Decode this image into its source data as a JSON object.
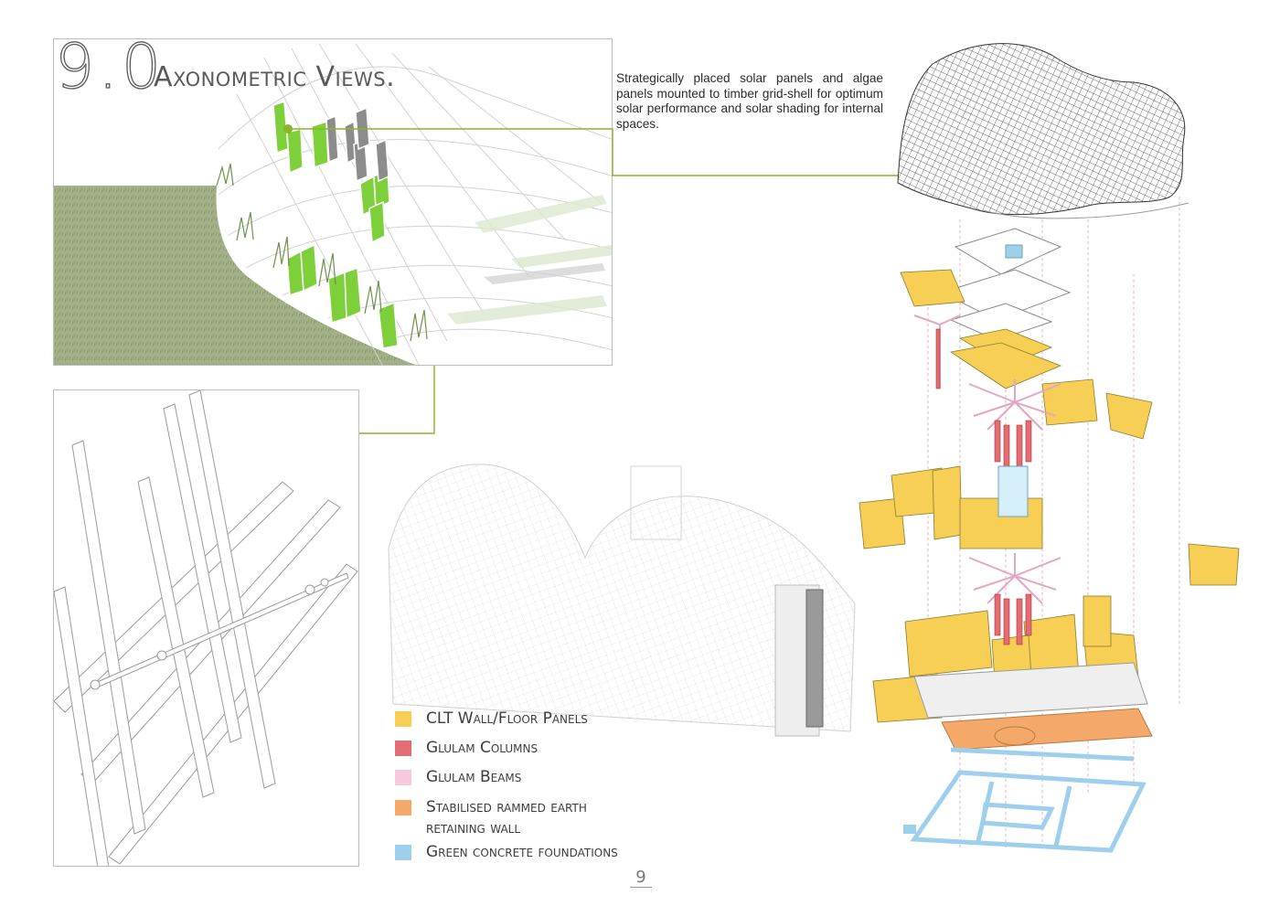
{
  "title": {
    "number": "9.0",
    "text": "Axonometric Views."
  },
  "description": "Strategically placed solar panels and algae panels mounted to timber grid-shell for optimum solar performance and solar shading for internal spaces.",
  "legend": [
    {
      "label": "CLT Wall/Floor Panels",
      "color": "#f6cf54"
    },
    {
      "label": "Glulam Columns",
      "color": "#e36b72"
    },
    {
      "label": "Glulam Beams",
      "color": "#f6c9dc"
    },
    {
      "label": "Stabilised rammed earth",
      "label2": "retaining wall",
      "color": "#f4a96a"
    },
    {
      "label": "Green concrete foundations",
      "color": "#9ed0ee"
    }
  ],
  "page_number": "9",
  "colors": {
    "leader_line": "#8ab42d",
    "solar_panel": "#7ed03a",
    "algae_panel": "#8c8c8c",
    "grass": "#9dab7e",
    "clt": "#f6cf54",
    "glulam_column": "#e36b72",
    "glulam_beam": "#f6c9dc",
    "rammed_earth": "#f4a96a",
    "foundation": "#9ed0ee"
  }
}
